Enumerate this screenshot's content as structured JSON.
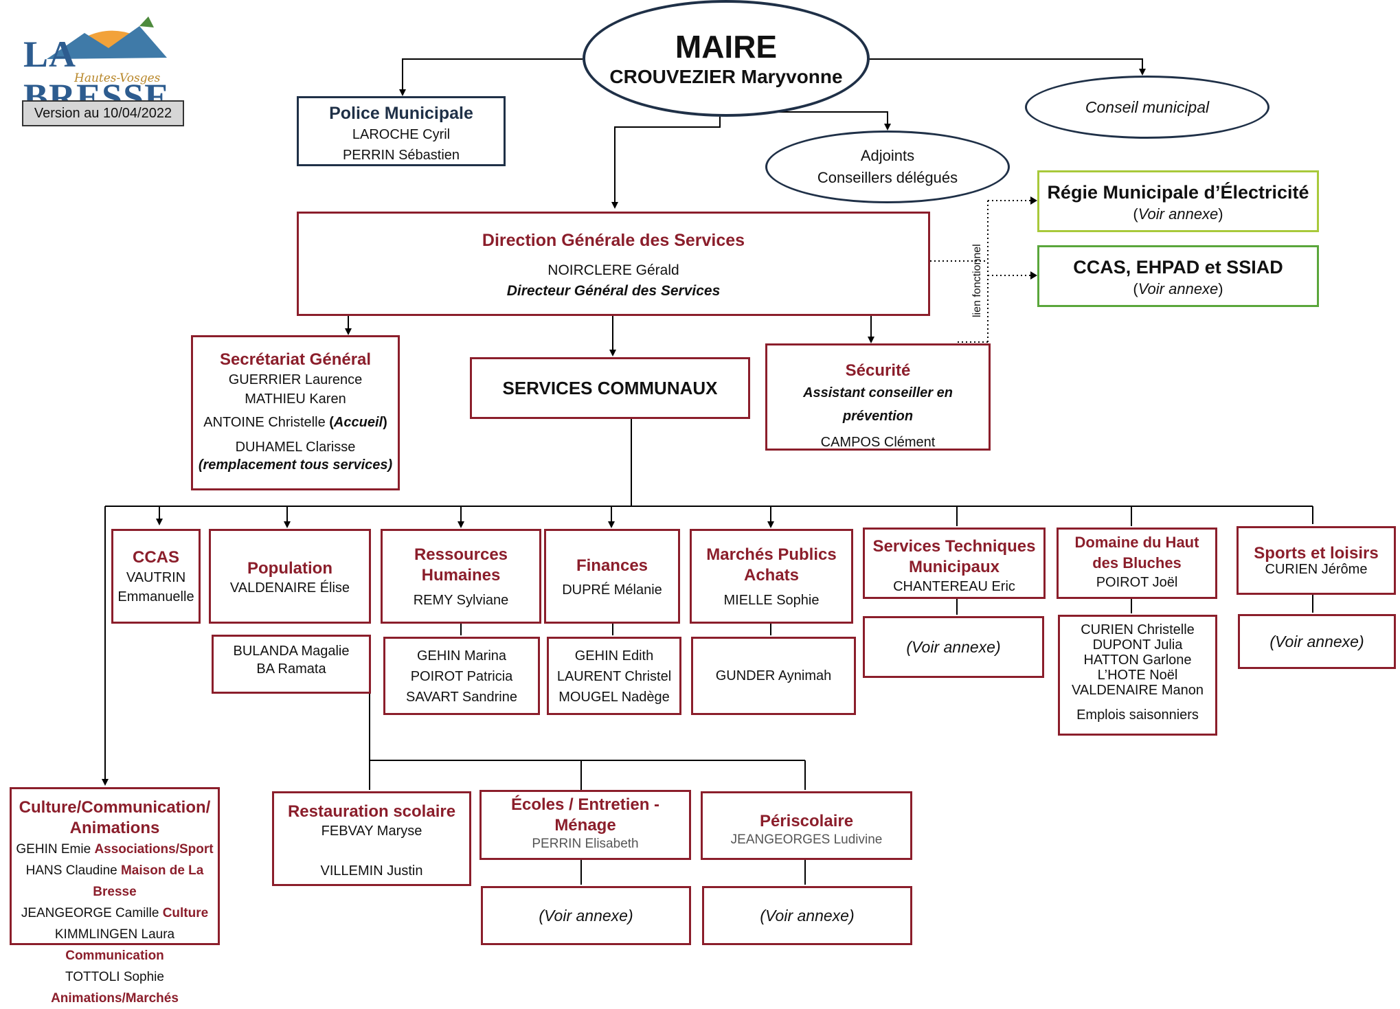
{
  "logo": {
    "text": "LA BRESSE",
    "subtitle": "Hautes-Vosges"
  },
  "version": "Version au 10/04/2022",
  "maire": {
    "title": "MAIRE",
    "name": "CROUVEZIER Maryvonne"
  },
  "conseil": "Conseil municipal",
  "adjoints": {
    "line1": "Adjoints",
    "line2": "Conseillers délégués"
  },
  "police": {
    "title": "Police Municipale",
    "members": [
      "LAROCHE Cyril",
      "PERRIN Sébastien"
    ]
  },
  "dgs": {
    "title": "Direction Générale des Services",
    "name": "NOIRCLERE Gérald",
    "role": "Directeur Général des Services"
  },
  "regie": {
    "title": "Régie Municipale d’Électricité",
    "note_open": "(",
    "note": "Voir annexe",
    "note_close": ")"
  },
  "ccas_ehpad": {
    "title": "CCAS, EHPAD et SSIAD",
    "note_open": "(",
    "note": "Voir annexe",
    "note_close": ")"
  },
  "lien": "lien fonctionnel",
  "secretariat": {
    "title": "Secrétariat Général",
    "members": [
      "GUERRIER Laurence",
      "MATHIEU Karen"
    ],
    "antoine": "ANTOINE Christelle ",
    "antoine_open": "(",
    "antoine_role": "Accueil",
    "antoine_close": ")",
    "duhamel": "DUHAMEL Clarisse",
    "duhamel_role": "(remplacement tous services)"
  },
  "services": "SERVICES COMMUNAUX",
  "securite": {
    "title": "Sécurité",
    "role": "Assistant conseiller en prévention",
    "name": "CAMPOS Clément"
  },
  "ccas": {
    "title": "CCAS",
    "name1": "VAUTRIN",
    "name2": "Emmanuelle"
  },
  "population": {
    "title": "Population",
    "head": "VALDENAIRE Élise",
    "team": [
      "BULANDA Magalie",
      "BA Ramata"
    ]
  },
  "rh": {
    "title1": "Ressources",
    "title2": "Humaines",
    "head": "REMY Sylviane",
    "team": [
      "GEHIN Marina",
      "POIROT Patricia",
      "SAVART Sandrine"
    ]
  },
  "finances": {
    "title": "Finances",
    "head": "DUPRÉ Mélanie",
    "team": [
      "GEHIN Edith",
      "LAURENT Christel",
      "MOUGEL Nadège"
    ]
  },
  "marches": {
    "title1": "Marchés Publics",
    "title2": "Achats",
    "head": "MIELLE Sophie",
    "team": [
      "GUNDER Aynimah"
    ]
  },
  "techniques": {
    "title1": "Services Techniques",
    "title2": "Municipaux",
    "head": "CHANTEREAU Eric",
    "note": "(Voir annexe)"
  },
  "bluches": {
    "title1": "Domaine du Haut",
    "title2": "des Bluches",
    "head": "POIROT Joël",
    "team": [
      "CURIEN Christelle",
      "DUPONT Julia",
      "HATTON Garlone",
      "L’HOTE Noël",
      "VALDENAIRE Manon"
    ],
    "seasonal": "Emplois saisonniers"
  },
  "sports": {
    "title": "Sports et loisirs",
    "head": "CURIEN Jérôme",
    "note": "(Voir annexe)"
  },
  "culture": {
    "title1": "Culture/Communication/",
    "title2": "Animations",
    "rows": [
      {
        "name": "GEHIN Emie ",
        "role": "Associations/Sport"
      },
      {
        "name": "HANS Claudine ",
        "role": "Maison de La Bresse"
      },
      {
        "name": "JEANGEORGE Camille ",
        "role": "Culture"
      },
      {
        "name": "KIMMLINGEN Laura ",
        "role": "Communication"
      },
      {
        "name": "TOTTOLI Sophie ",
        "role": "Animations/Marchés"
      }
    ]
  },
  "restauration": {
    "title": "Restauration scolaire",
    "members": [
      "FEBVAY Maryse",
      "VILLEMIN Justin"
    ]
  },
  "ecoles": {
    "title1": "Écoles / Entretien -",
    "title2": "Ménage",
    "head": "PERRIN Elisabeth",
    "note": "(Voir annexe)"
  },
  "periscolaire": {
    "title": "Périscolaire",
    "head": "JEANGEORGES Ludivine",
    "note": "(Voir annexe)"
  },
  "colors": {
    "maroon": "#8b1e2b",
    "navy": "#1f3047",
    "lime": "#a8c93a",
    "green": "#5aa63b"
  }
}
